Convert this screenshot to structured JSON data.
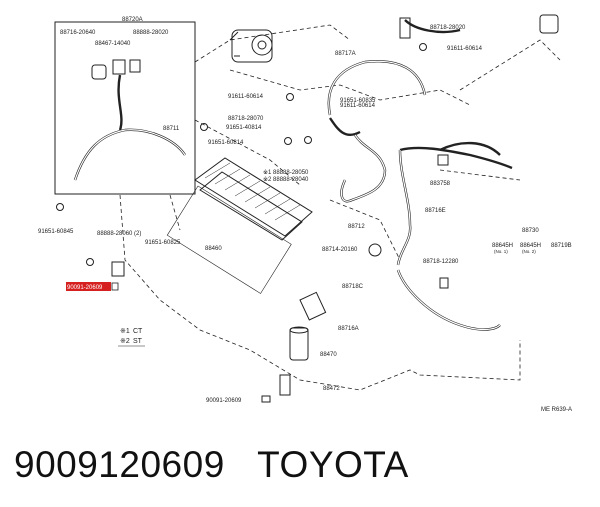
{
  "diagram": {
    "group_label": "88720A",
    "parts": [
      {
        "id": "p1",
        "label": "88716-20640"
      },
      {
        "id": "p2",
        "label": "88467-14040"
      },
      {
        "id": "p3",
        "label": "88888-28020"
      },
      {
        "id": "p4",
        "label": "88711"
      },
      {
        "id": "p5",
        "label": "91651-60845"
      },
      {
        "id": "p6",
        "label": "88888-28060 (2)"
      },
      {
        "id": "p7",
        "label": "91651-60825"
      },
      {
        "id": "p8",
        "label": "88460"
      },
      {
        "id": "p9",
        "label": "91611-60614"
      },
      {
        "id": "p10",
        "label": "88718-28070"
      },
      {
        "id": "p11",
        "label": "91651-40814"
      },
      {
        "id": "p12",
        "label": "91611-60614"
      },
      {
        "id": "p13",
        "label": "91651-60814"
      },
      {
        "id": "p14",
        "label": "※1 88888-28050"
      },
      {
        "id": "p15",
        "label": "※2 88888-28040"
      },
      {
        "id": "p16",
        "label": "88717A"
      },
      {
        "id": "p17",
        "label": "91651-60835"
      },
      {
        "id": "p18",
        "label": "88718-28020"
      },
      {
        "id": "p19",
        "label": "91611-60614"
      },
      {
        "id": "p20",
        "label": "883758"
      },
      {
        "id": "p21",
        "label": "88712"
      },
      {
        "id": "p22",
        "label": "88716E"
      },
      {
        "id": "p23",
        "label": "88714-20160"
      },
      {
        "id": "p24",
        "label": "88718-12280"
      },
      {
        "id": "p25",
        "label": "88718C"
      },
      {
        "id": "p26",
        "label": "88730"
      },
      {
        "id": "p27",
        "label": "88645H"
      },
      {
        "id": "p28",
        "label": "(No. 1)"
      },
      {
        "id": "p29",
        "label": "88645H"
      },
      {
        "id": "p30",
        "label": "(No. 2)"
      },
      {
        "id": "p31",
        "label": "88719B"
      },
      {
        "id": "p32",
        "label": "88716A"
      },
      {
        "id": "p33",
        "label": "88470"
      },
      {
        "id": "p34",
        "label": "90091-20609"
      },
      {
        "id": "p35",
        "label": "88472"
      },
      {
        "id": "p36",
        "label": "ME R639-A"
      },
      {
        "id": "p37",
        "label": "90091-20609"
      }
    ],
    "legend": [
      {
        "mark": "※1",
        "code": "CT"
      },
      {
        "mark": "※2",
        "code": "ST"
      }
    ],
    "highlight_color": "#d62020"
  },
  "caption": {
    "part_number": "9009120609",
    "brand": "TOYOTA"
  }
}
